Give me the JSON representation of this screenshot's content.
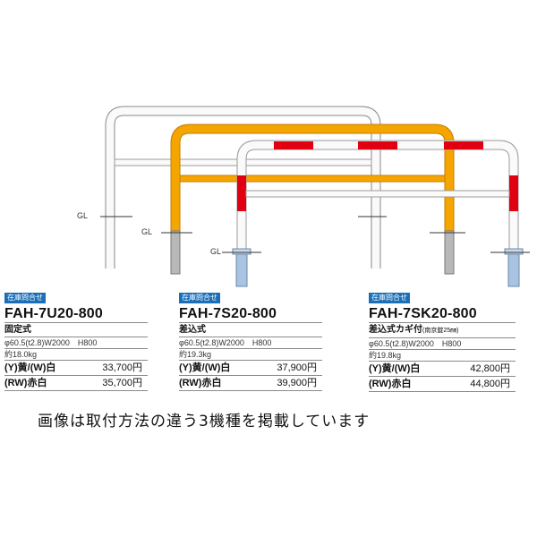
{
  "gl_label": "GL",
  "products": [
    {
      "badge": "在庫問合せ",
      "model": "FAH-7U20-800",
      "subtype": "固定式",
      "subtype_note": "",
      "spec": "φ60.5(t2.8)W2000　H800",
      "weight": "約18.0kg",
      "prices": [
        {
          "label": "(Y)黄/(W)白",
          "price": "33,700円"
        },
        {
          "label": "(RW)赤白",
          "price": "35,700円"
        }
      ],
      "color": "#ffffff"
    },
    {
      "badge": "在庫問合せ",
      "model": "FAH-7S20-800",
      "subtype": "差込式",
      "subtype_note": "",
      "spec": "φ60.5(t2.8)W2000　H800",
      "weight": "約19.3kg",
      "prices": [
        {
          "label": "(Y)黄/(W)白",
          "price": "37,900円"
        },
        {
          "label": "(RW)赤白",
          "price": "39,900円"
        }
      ],
      "color": "#f5a500"
    },
    {
      "badge": "在庫問合せ",
      "model": "FAH-7SK20-800",
      "subtype": "差込式カギ付",
      "subtype_note": "(南京錠25㎜)",
      "spec": "φ60.5(t2.8)W2000　H800",
      "weight": "約19.8kg",
      "prices": [
        {
          "label": "(Y)黄/(W)白",
          "price": "42,800円"
        },
        {
          "label": "(RW)赤白",
          "price": "44,800円"
        }
      ],
      "color": "#e00012"
    }
  ],
  "footer_note": "画像は取付方法の違う3機種を掲載しています"
}
